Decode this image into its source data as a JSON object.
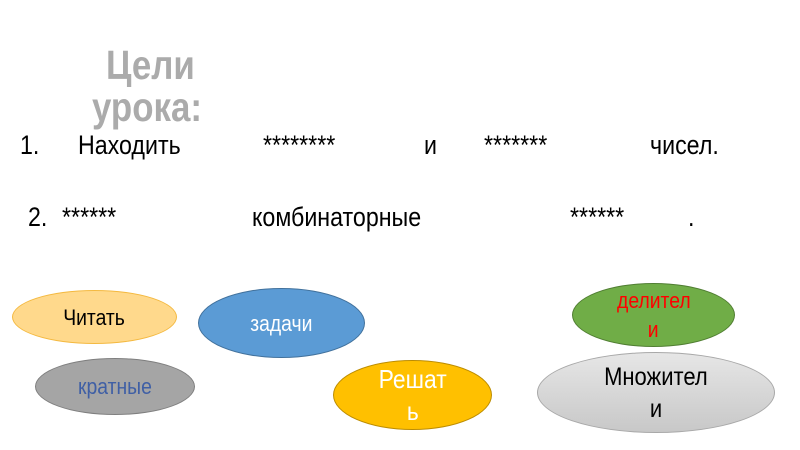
{
  "title": {
    "line1": "Цели",
    "line2": "урока:"
  },
  "goals": [
    {
      "number": "1.",
      "parts": [
        "Находить",
        "********",
        "и",
        "*******",
        "чисел."
      ]
    },
    {
      "number": "2.",
      "parts": [
        "******",
        "комбинаторные",
        "******",
        "."
      ]
    }
  ],
  "word_cards": [
    {
      "id": "chitat",
      "label": "Читать",
      "fill": "#ffd98c",
      "text_color": "#000000"
    },
    {
      "id": "zadachi",
      "label": "задачи",
      "fill": "#5b9bd5",
      "text_color": "#ffffff"
    },
    {
      "id": "deliteli",
      "line1": "делител",
      "line2": "и",
      "fill": "#70ad47",
      "text_color": "#ff0000"
    },
    {
      "id": "kratnye",
      "label": "кратные",
      "fill": "#a5a5a5",
      "text_color": "#3f5fa5"
    },
    {
      "id": "reshat",
      "line1": "Решат",
      "line2": "ь",
      "fill": "#ffc000",
      "text_color": "#ffffff"
    },
    {
      "id": "mnozhiteli",
      "line1": "Множител",
      "line2": "и",
      "fill": "#d4d4d4",
      "text_color": "#000000"
    }
  ]
}
